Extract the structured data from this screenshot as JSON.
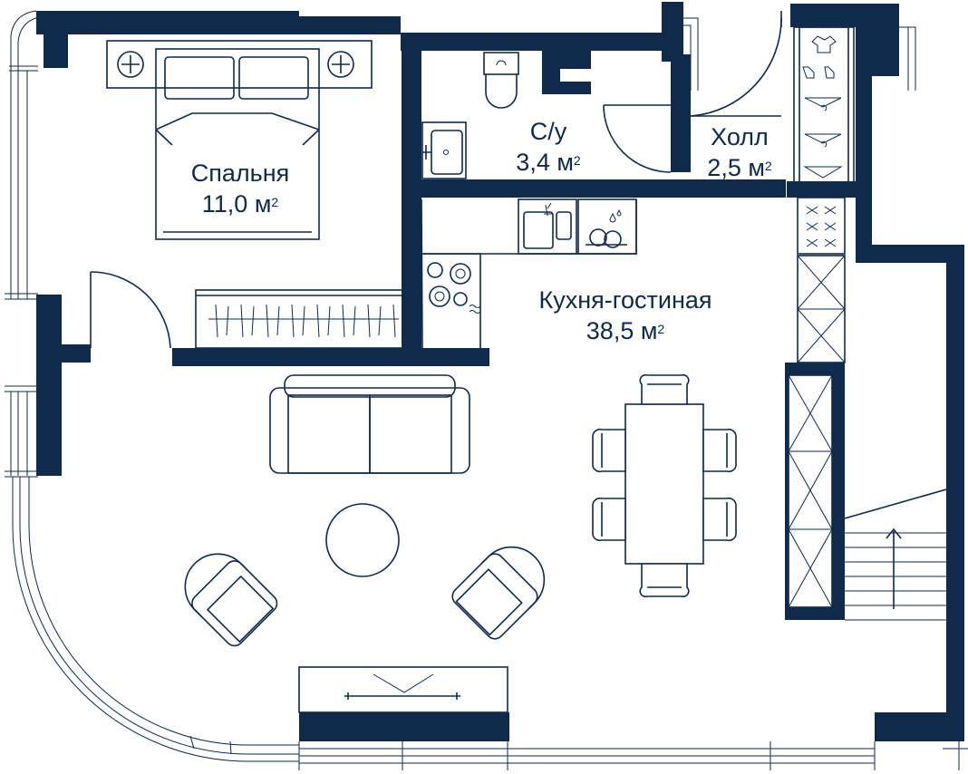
{
  "colors": {
    "wall": "#0f2a4a",
    "line": "#0f2a4a",
    "background": "#ffffff"
  },
  "rooms": [
    {
      "id": "bedroom",
      "name": "Спальня",
      "area": "11,0 м",
      "sup": "2"
    },
    {
      "id": "bathroom",
      "name": "С/у",
      "area": "3,4 м",
      "sup": "2"
    },
    {
      "id": "hall",
      "name": "Холл",
      "area": "2,5 м",
      "sup": "2"
    },
    {
      "id": "kitchen-living",
      "name": "Кухня-гостиная",
      "area": "38,5 м",
      "sup": "2"
    }
  ],
  "icons": [
    "bed-icon",
    "toilet-icon",
    "sink-icon",
    "kitchen-sink-icon",
    "dishwasher-icon",
    "stove-icon",
    "sofa-icon",
    "round-table-icon",
    "armchair-icon",
    "dining-table-icon",
    "chair-icon",
    "wardrobe-icon",
    "tv-stand-icon",
    "stairs-arrow-icon",
    "door-icon",
    "window-icon"
  ]
}
